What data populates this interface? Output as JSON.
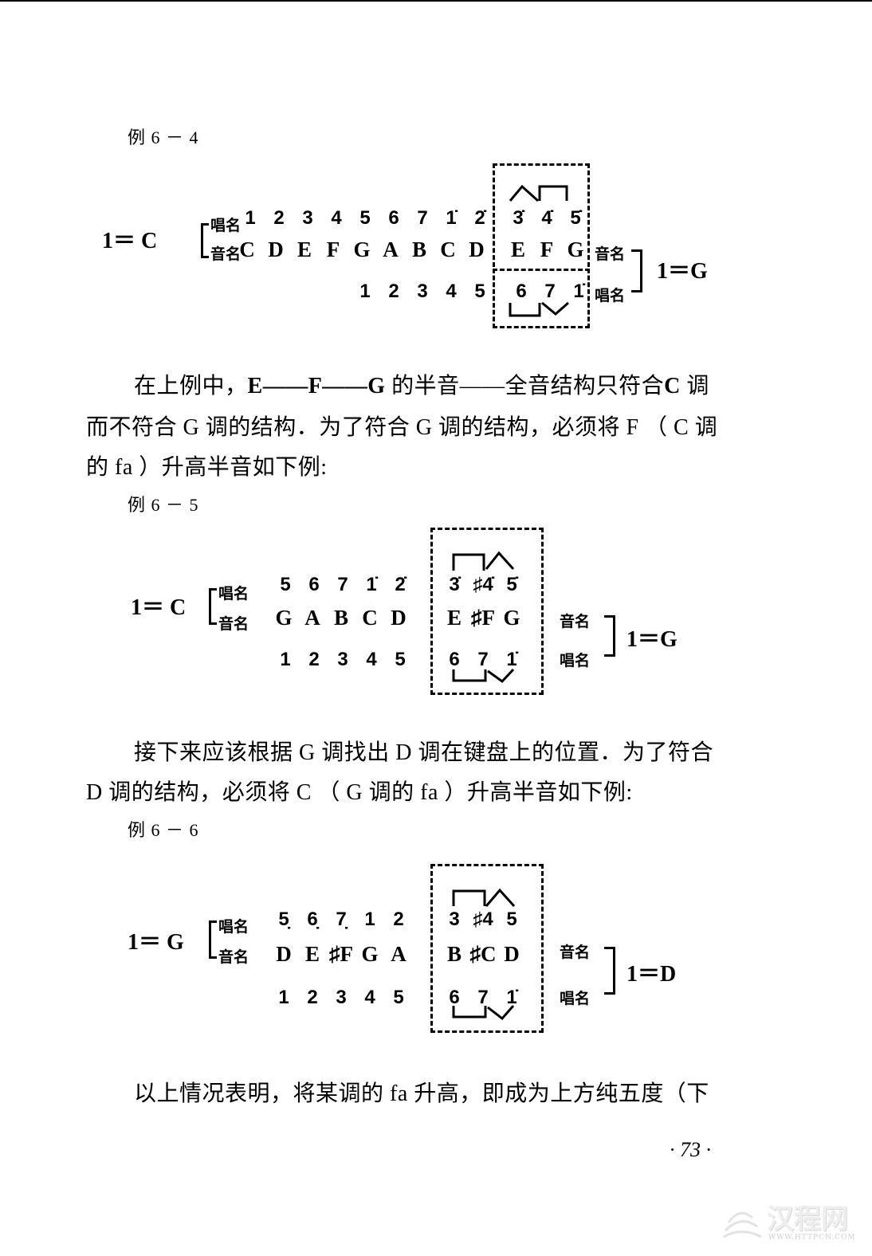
{
  "page": {
    "number": "· 73 ·"
  },
  "examples": [
    {
      "id": "ex_6_4",
      "caption": "例 6 － 4",
      "left_key": "1＝ C",
      "row_labels": {
        "singing": "唱名",
        "pitch": "音名"
      },
      "singing_names": [
        "1",
        "2",
        "3",
        "4",
        "5",
        "6",
        "7",
        "1̇",
        "2̇",
        "3̇",
        "4̇",
        "5̇"
      ],
      "pitch_names": [
        "C",
        "D",
        "E",
        "F",
        "G",
        "A",
        "B",
        "C",
        "D",
        "E",
        "F",
        "G"
      ],
      "new_key_singing": [
        "1",
        "2",
        "3",
        "4",
        "5",
        "6",
        "7",
        "1̇"
      ],
      "right_labels": {
        "pitch": "音名",
        "singing": "唱名"
      },
      "right_key": "1＝G"
    },
    {
      "id": "ex_6_5",
      "caption": "例 6 － 5",
      "left_key": "1＝ C",
      "row_labels": {
        "singing": "唱名",
        "pitch": "音名"
      },
      "singing_names": [
        "5",
        "6",
        "7",
        "1̇",
        "2̇",
        "3̇",
        "♯4̇",
        "5̇"
      ],
      "pitch_names": [
        "G",
        "A",
        "B",
        "C",
        "D",
        "E",
        "♯F",
        "G"
      ],
      "new_key_singing": [
        "1",
        "2",
        "3",
        "4",
        "5",
        "6",
        "7",
        "1̇"
      ],
      "right_labels": {
        "pitch": "音名",
        "singing": "唱名"
      },
      "right_key": "1＝G"
    },
    {
      "id": "ex_6_6",
      "caption": "例 6 － 6",
      "left_key": "1＝ G",
      "row_labels": {
        "singing": "唱名",
        "pitch": "音名"
      },
      "singing_names": [
        "5̣",
        "6̣",
        "7̣",
        "1",
        "2",
        "3",
        "♯4",
        "5"
      ],
      "pitch_names": [
        "D",
        "E",
        "♯F",
        "G",
        "A",
        "B",
        "♯C",
        "D"
      ],
      "new_key_singing": [
        "1",
        "2",
        "3",
        "4",
        "5",
        "6",
        "7",
        "1̇"
      ],
      "right_labels": {
        "pitch": "音名",
        "singing": "唱名"
      },
      "right_key": "1＝D"
    }
  ],
  "paragraphs": {
    "p1_line1": "在上例中，",
    "p1_line1_bold": "E——F——G",
    "p1_line1_rest": "的半音——全音结构只符合",
    "p1_line1_c": "C",
    "p1_line1_end": "调",
    "p1_line2": "而不符合 G 调的结构．为了符合 G 调的结构，必须将 F （ C 调",
    "p1_line3": "的 fa ）升高半音如下例:",
    "p2_line1": "接下来应该根据 G 调找出 D 调在键盘上的位置．为了符合",
    "p2_line2": "D 调的结构，必须将 C （ G 调的 fa ）升高半音如下例:",
    "p3_line1": "以上情况表明，将某调的 fa 升高，即成为上方纯五度（下"
  },
  "watermark": {
    "text": "汉程网",
    "url_text": "WWW.HTTPCN.COM"
  }
}
